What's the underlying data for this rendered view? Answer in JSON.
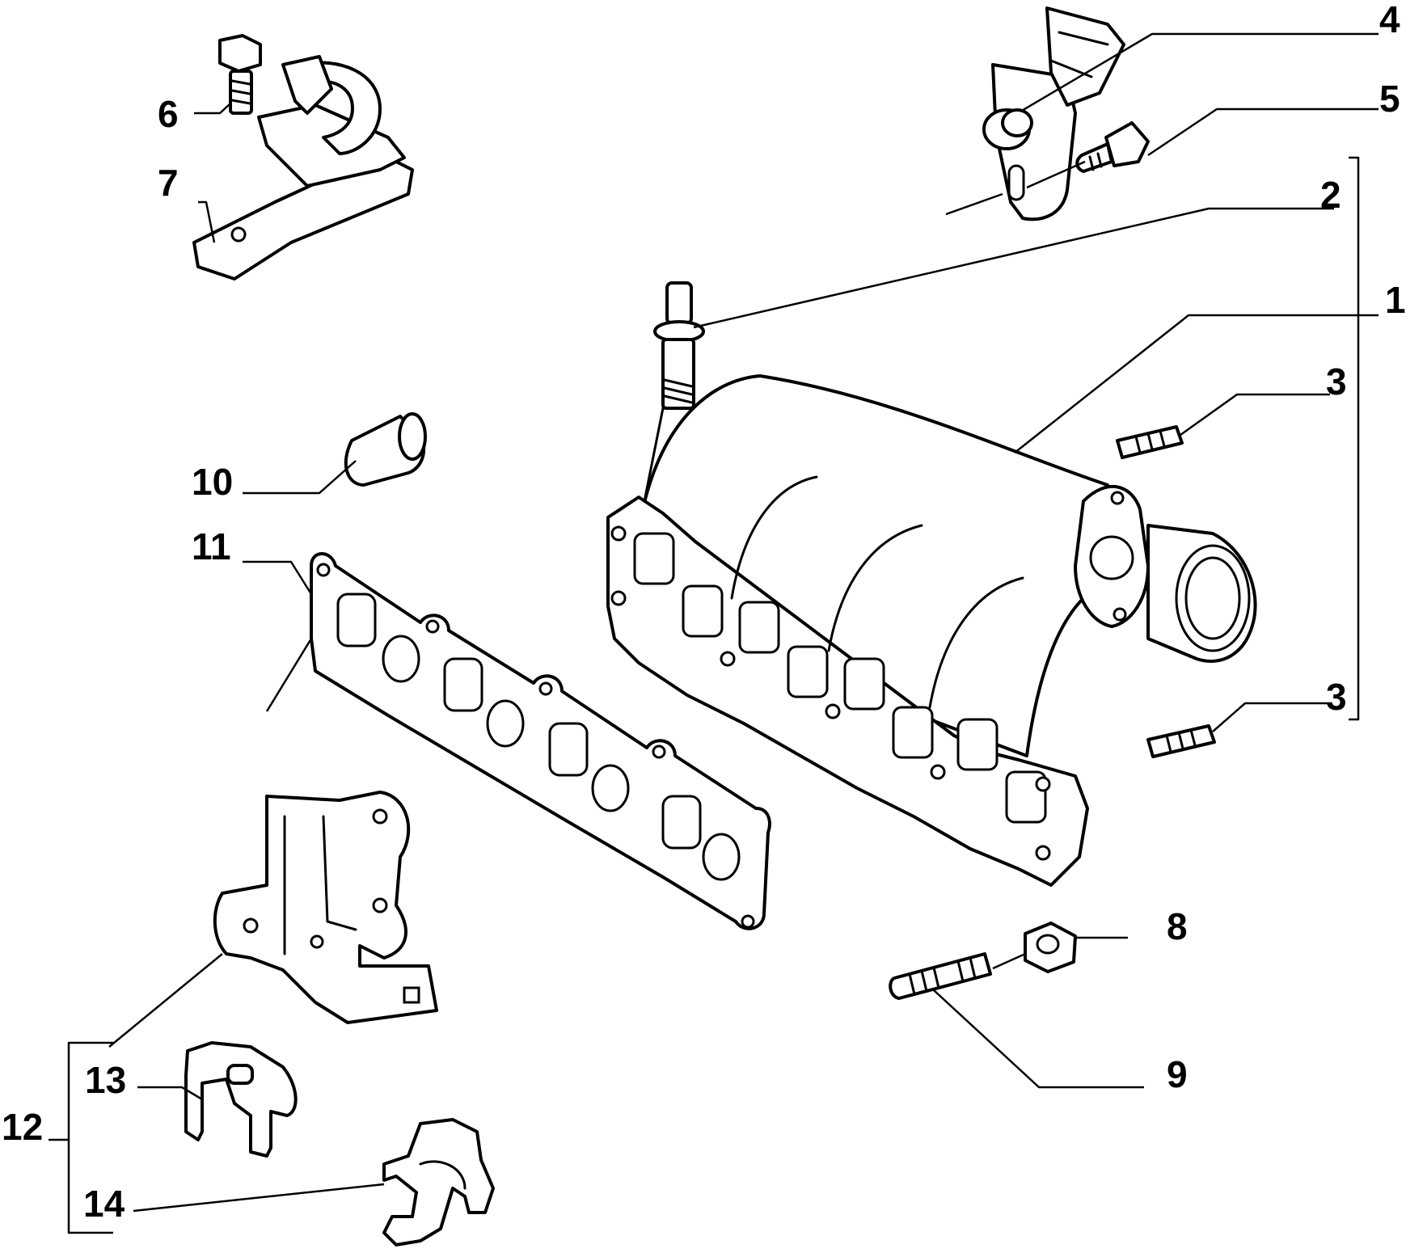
{
  "callouts": {
    "c1": "1",
    "c2": "2",
    "c3a": "3",
    "c3b": "3",
    "c4": "4",
    "c5": "5",
    "c6": "6",
    "c7": "7",
    "c8": "8",
    "c9": "9",
    "c10": "10",
    "c11": "11",
    "c12": "12",
    "c13": "13",
    "c14": "14"
  },
  "colors": {
    "line": "#000000",
    "background": "#ffffff"
  }
}
